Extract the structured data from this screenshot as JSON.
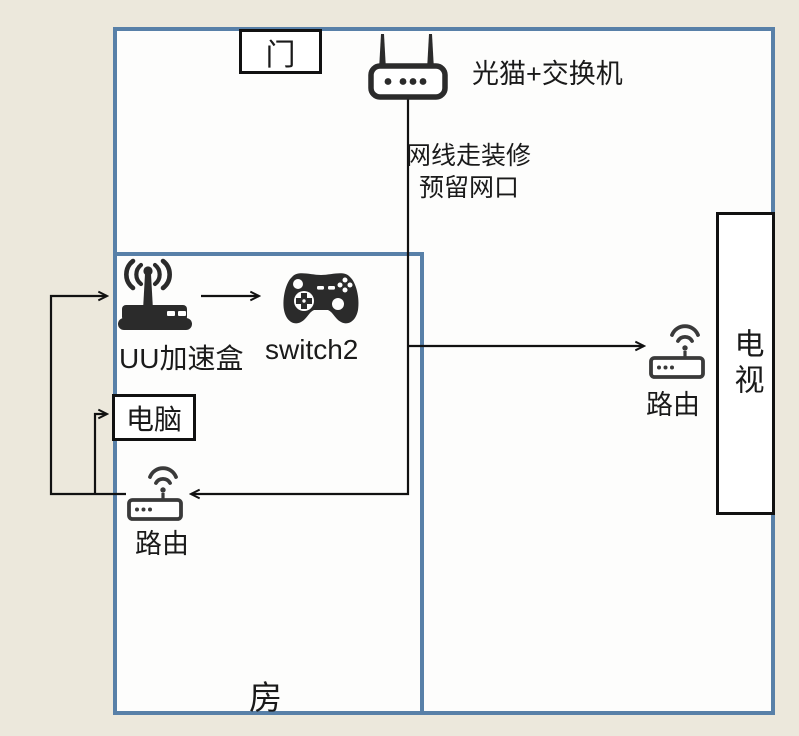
{
  "diagram": {
    "type": "home-network-floorplan",
    "door_label": "门",
    "modem": {
      "label": "光猫+交换机",
      "icon": "modem-switch-icon"
    },
    "cable_note": {
      "line1": "网线走装修",
      "line2": "预留网口"
    },
    "bedroom": {
      "room_label": "房",
      "uu_box": {
        "label": "UU加速盒",
        "icon": "wireless-router-filled-icon"
      },
      "switch2": {
        "label": "switch2",
        "icon": "gamepad-icon"
      },
      "computer_label": "电脑",
      "router": {
        "label": "路由",
        "icon": "wifi-router-outline-icon"
      }
    },
    "living_room": {
      "router": {
        "label": "路由",
        "icon": "wifi-router-outline-icon"
      },
      "tv_label": "电视"
    },
    "connections": [
      {
        "from": "光猫+交换机",
        "to": "路由(房)",
        "via": "网线走装修 预留网口",
        "arrow": "into bedroom router"
      },
      {
        "from": "光猫+交换机",
        "to": "路由(客厅)",
        "arrow": "into living-room router"
      },
      {
        "from": "路由(房)",
        "to": "UU加速盒",
        "arrow": "into UU box"
      },
      {
        "from": "路由(房)",
        "to": "电脑",
        "arrow": "into computer"
      },
      {
        "from": "UU加速盒",
        "to": "switch2",
        "arrow": "into switch2"
      }
    ],
    "colors": {
      "background": "#ECE8DC",
      "room_fill": "#FDFDFC",
      "wall_blue": "#5880A8",
      "ink": "#1A1A1A"
    }
  }
}
